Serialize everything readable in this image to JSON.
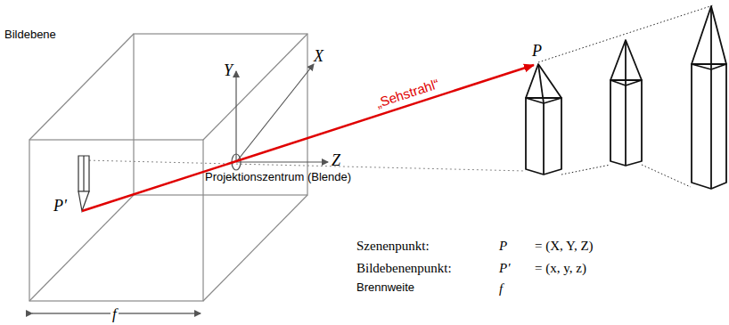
{
  "diagram": {
    "labels": [
      "Bildebene",
      "Y",
      "X",
      "Z",
      "„Sehstrahl“",
      "P",
      "P'",
      "Projektionszentrum (Blende)",
      "f",
      "Szenenpunkt:",
      "P",
      "= (X, Y, Z)",
      "Bildebenenpunkt:",
      "P'",
      "= (x, y, z)",
      "Brennweite",
      "f"
    ]
  }
}
